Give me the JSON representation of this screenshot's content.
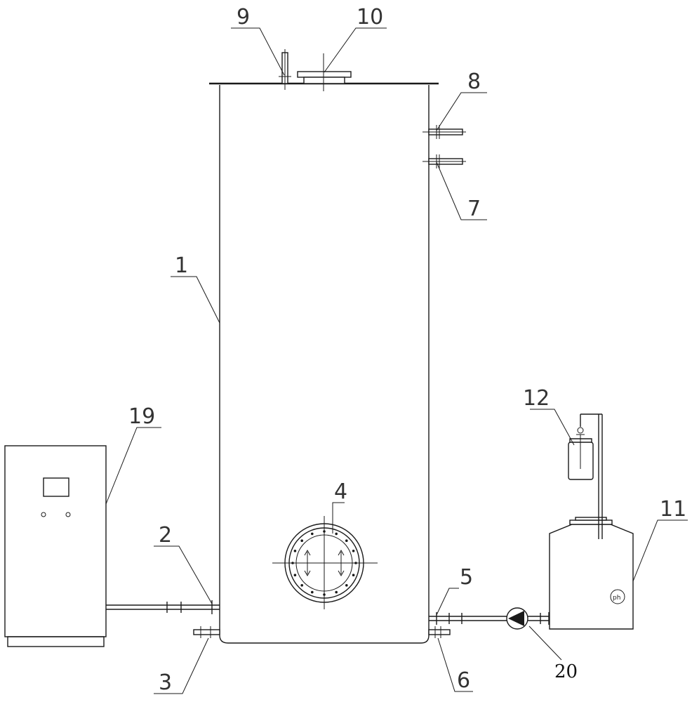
{
  "labels": {
    "l1": "1",
    "l2": "2",
    "l3": "3",
    "l4": "4",
    "l5": "5",
    "l6": "6",
    "l7": "7",
    "l8": "8",
    "l9": "9",
    "l10": "10",
    "l11": "11",
    "l12": "12",
    "l19": "19",
    "l20": "20"
  },
  "ph_marker": "ph",
  "colors": {
    "line": "#1a1a1a",
    "label": "#333333",
    "background": "#ffffff"
  }
}
